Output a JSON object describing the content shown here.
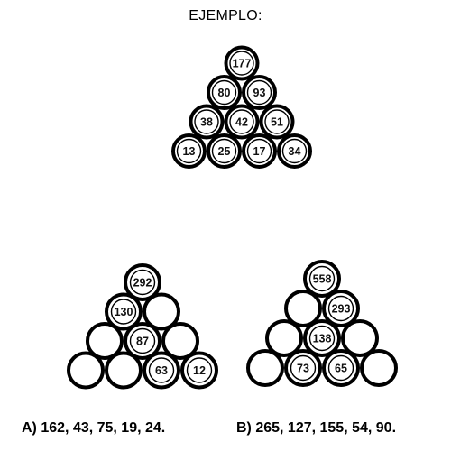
{
  "heading": "EJEMPLO:",
  "example_pyramid": {
    "rows": [
      [
        "177"
      ],
      [
        "80",
        "93"
      ],
      [
        "38",
        "42",
        "51"
      ],
      [
        "13",
        "25",
        "17",
        "34"
      ]
    ]
  },
  "puzzle_a": {
    "rows": [
      [
        "292"
      ],
      [
        "130",
        ""
      ],
      [
        "",
        "87",
        ""
      ],
      [
        "",
        "",
        "63",
        "12"
      ]
    ],
    "answer": "A) 162, 43, 75, 19, 24."
  },
  "puzzle_b": {
    "rows": [
      [
        "558"
      ],
      [
        "",
        "293"
      ],
      [
        "",
        "138",
        ""
      ],
      [
        "",
        "73",
        "65",
        ""
      ]
    ],
    "answer": "B) 265, 127, 155, 54, 90."
  }
}
